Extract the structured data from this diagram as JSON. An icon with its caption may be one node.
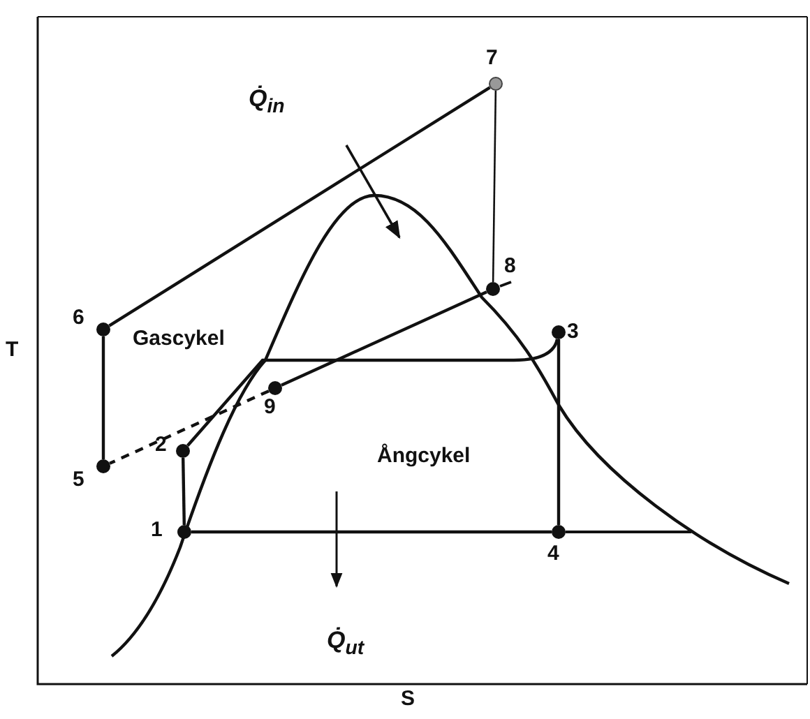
{
  "diagram": {
    "nodes": [
      {
        "text": [
          "1"
        ]
      },
      {
        "text": [
          "2"
        ]
      },
      {
        "text": [
          "3"
        ]
      },
      {
        "text": [
          "4"
        ]
      },
      {
        "text": [
          "5"
        ]
      },
      {
        "text": [
          "6"
        ]
      },
      {
        "text": [
          "7"
        ]
      },
      {
        "text": [
          "8"
        ]
      },
      {
        "text": [
          "9"
        ]
      }
    ],
    "edges": [
      {
        "from": 0,
        "to": 1,
        "arrow": "none"
      },
      {
        "from": 1,
        "to": 2,
        "arrow": "none"
      },
      {
        "from": 2,
        "to": 3,
        "arrow": "none"
      },
      {
        "from": 3,
        "to": 0,
        "arrow": "none"
      },
      {
        "from": 4,
        "to": 5,
        "arrow": "none"
      },
      {
        "from": 5,
        "to": 6,
        "arrow": "none"
      },
      {
        "from": 6,
        "to": 7,
        "arrow": "none"
      },
      {
        "from": 7,
        "to": 8,
        "arrow": "none"
      },
      {
        "from": 8,
        "to": 4,
        "arrow": "none",
        "style": "dashed"
      }
    ],
    "labels": [
      "Q̇$_{in}$",
      "Gascykel",
      "T",
      "Ångcykel",
      "Q̇$_{ut}$",
      "S"
    ]
  }
}
